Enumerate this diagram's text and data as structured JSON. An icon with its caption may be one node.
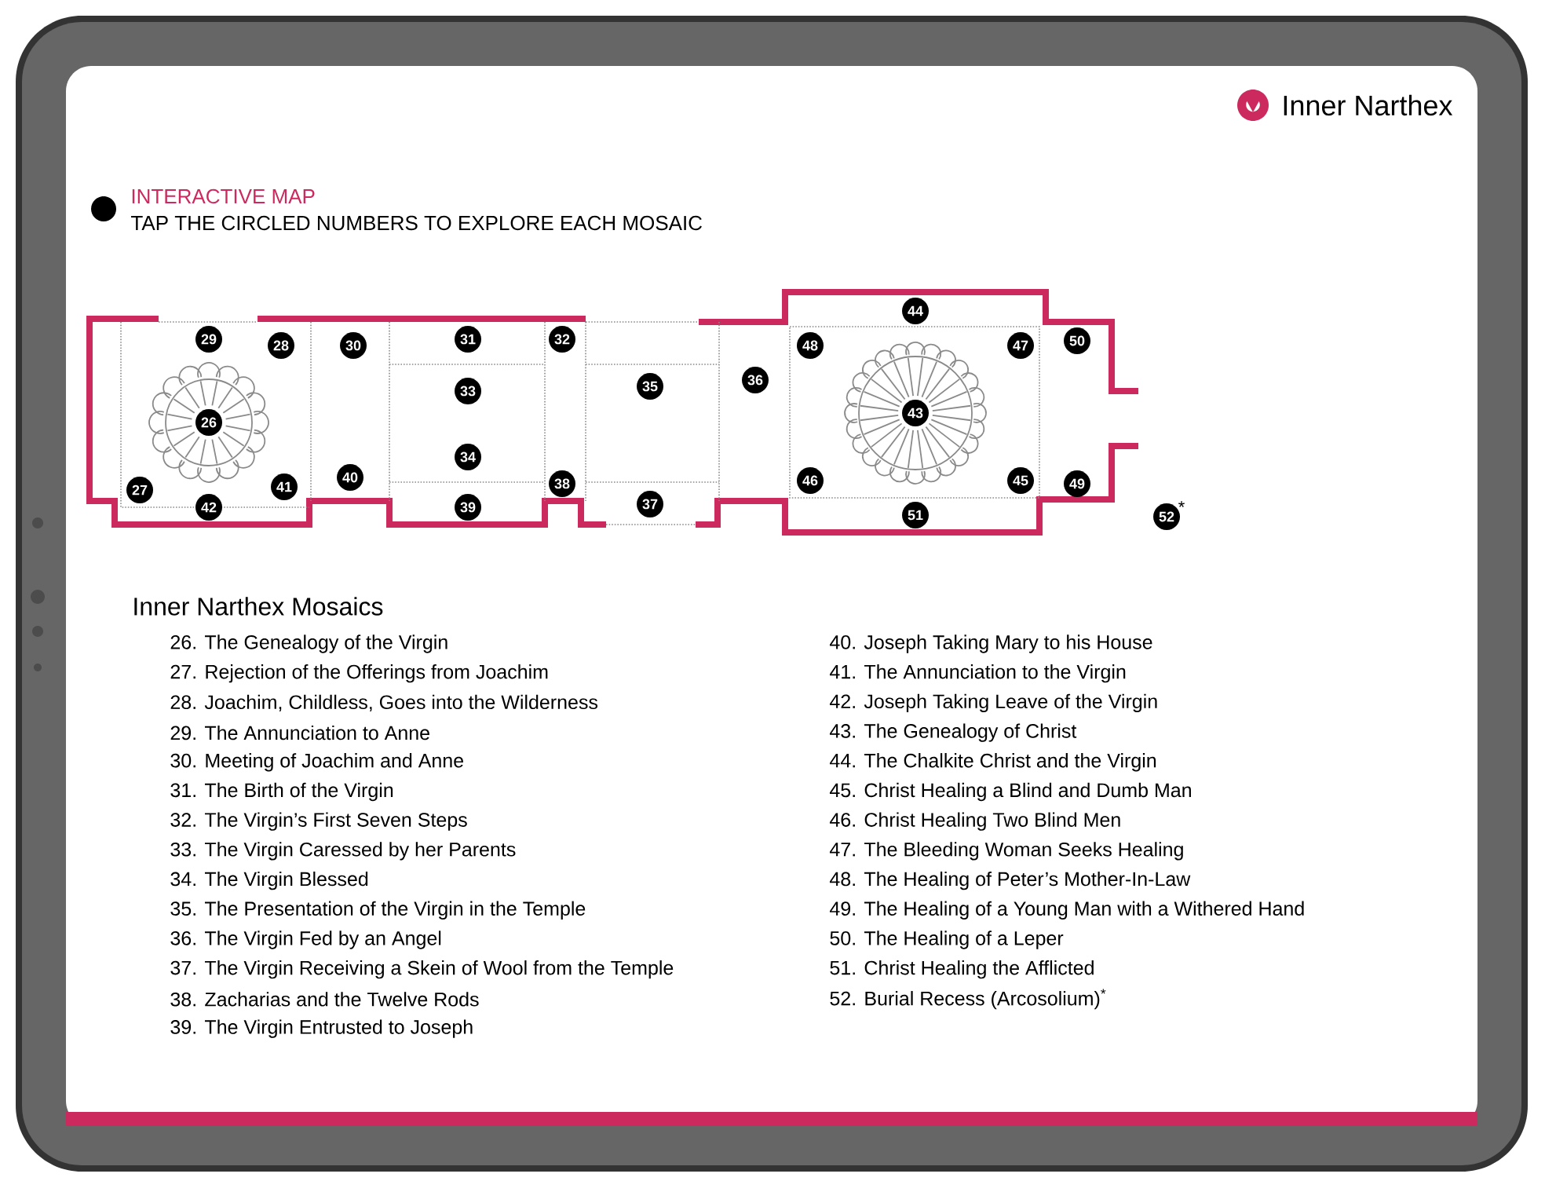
{
  "diagram": {
    "title": "Inner Narthex",
    "nodes": [
      {
        "text": [
          "26"
        ]
      },
      {
        "text": [
          "27"
        ]
      },
      {
        "text": [
          "28"
        ]
      },
      {
        "text": [
          "29"
        ]
      },
      {
        "text": [
          "30"
        ]
      },
      {
        "text": [
          "31"
        ]
      },
      {
        "text": [
          "32"
        ]
      },
      {
        "text": [
          "33"
        ]
      },
      {
        "text": [
          "34"
        ]
      },
      {
        "text": [
          "35"
        ]
      },
      {
        "text": [
          "36"
        ]
      },
      {
        "text": [
          "37"
        ]
      },
      {
        "text": [
          "38"
        ]
      },
      {
        "text": [
          "39"
        ]
      },
      {
        "text": [
          "40"
        ]
      },
      {
        "text": [
          "41"
        ]
      },
      {
        "text": [
          "42"
        ]
      },
      {
        "text": [
          "43"
        ]
      },
      {
        "text": [
          "44"
        ]
      },
      {
        "text": [
          "45"
        ]
      },
      {
        "text": [
          "46"
        ]
      },
      {
        "text": [
          "47"
        ]
      },
      {
        "text": [
          "48"
        ]
      },
      {
        "text": [
          "49"
        ]
      },
      {
        "text": [
          "50"
        ]
      },
      {
        "text": [
          "51"
        ]
      },
      {
        "text": [
          "52"
        ],
        "beside": [
          "*"
        ]
      }
    ],
    "labels": [
      "INTERACTIVE MAP",
      "TAP THE CIRCLED NUMBERS TO EXPLORE EACH MOSAIC",
      "Inner Narthex Mosaics",
      "26. The Genealogy of the Virgin",
      "27. Rejection of the Offerings from Joachim",
      "28. Joachim, Childless, Goes into the Wilderness",
      "29. The Annunciation to Anne",
      "30. Meeting of Joachim and Anne",
      "31. The Birth of the Virgin",
      "32. The Virgin’s First Seven Steps",
      "33. The Virgin Caressed by her Parents",
      "34. The Virgin Blessed",
      "35. The Presentation of the Virgin in the Temple",
      "36. The Virgin Fed by an Angel",
      "37. The Virgin Receiving a Skein of Wool from the Temple",
      "38. Zacharias and the Twelve Rods",
      "39. The Virgin Entrusted to Joseph",
      "40. Joseph Taking Mary to his House",
      "41. The Annunciation to the Virgin",
      "42. Joseph Taking Leave of the Virgin",
      "43. The Genealogy of Christ",
      "44. The Chalkite Christ and the Virgin",
      "45. Christ Healing a Blind and Dumb Man",
      "46. Christ Healing Two Blind Men",
      "47. The Bleeding Woman Seeks Healing",
      "48. The Healing of Peter’s Mother-In-Law",
      "49. The Healing of a Young Man with a Withered Hand",
      "50. The Healing of a Leper",
      "51. Christ Healing the Afflicted",
      "52. Burial Recess (Arcosolium)$^{*}$"
    ]
  }
}
